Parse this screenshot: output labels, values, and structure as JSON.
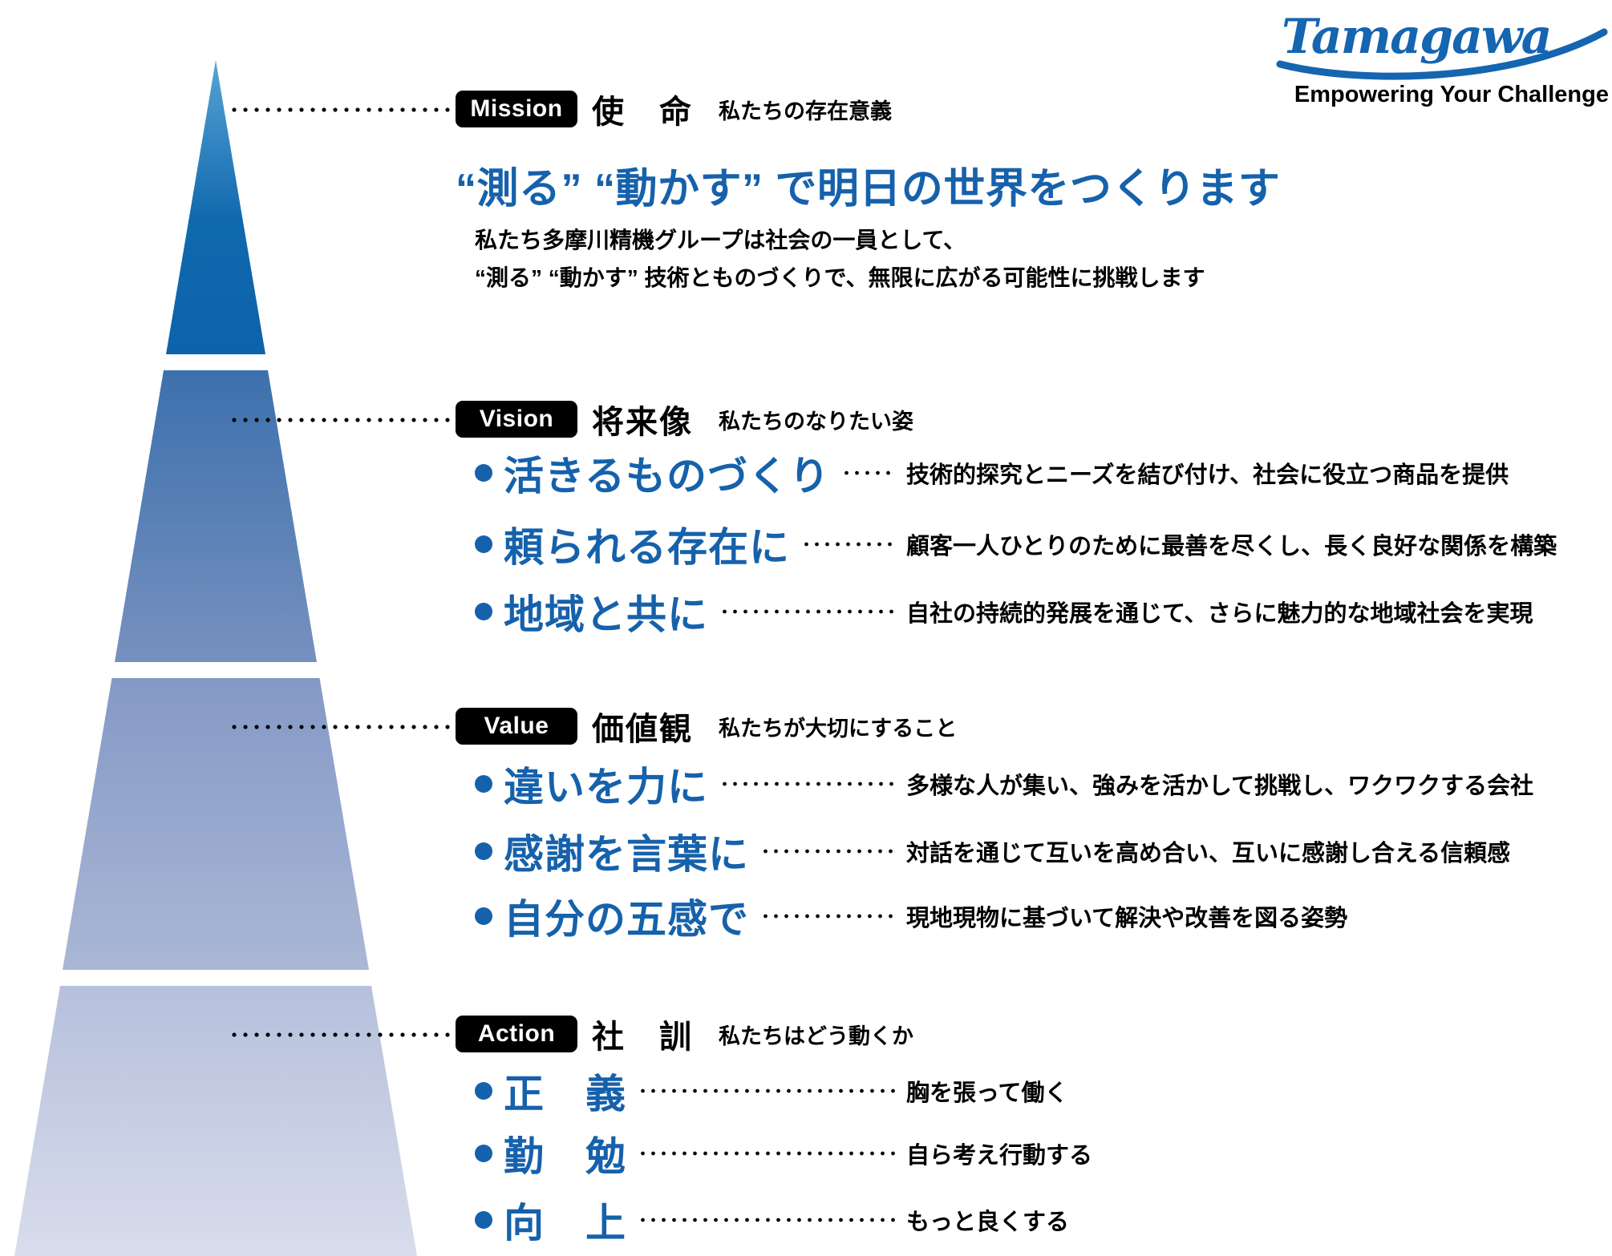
{
  "logo": {
    "brand": "Tamagawa",
    "tagline": "Empowering Your Challenge",
    "brand_color": "#1565b0"
  },
  "colors": {
    "accent_blue": "#1661ab",
    "badge_background": "#000000",
    "badge_text": "#ffffff"
  },
  "pyramid": {
    "segments": [
      {
        "name": "mission",
        "color_top": "#56a4d6",
        "color_bottom": "#0d63aa"
      },
      {
        "name": "vision",
        "color_top": "#3c70ad",
        "color_bottom": "#7791bf"
      },
      {
        "name": "value",
        "color_top": "#8499c5",
        "color_bottom": "#aab7d6"
      },
      {
        "name": "action",
        "color_top": "#b6c0dc",
        "color_bottom": "#d8ddec"
      }
    ]
  },
  "sections": [
    {
      "id": "mission",
      "badge": "Mission",
      "title": "使　命",
      "subtitle": "私たちの存在意義",
      "headline": "“測る” “動かす” で明日の世界をつくります",
      "body_lines": [
        "私たち多摩川精機グループは社会の一員として、",
        "“測る” “動かす” 技術とものづくりで、無限に広がる可能性に挑戦します"
      ]
    },
    {
      "id": "vision",
      "badge": "Vision",
      "title": "将来像",
      "subtitle": "私たちのなりたい姿",
      "items": [
        {
          "heading": "活きるものづくり",
          "desc": "技術的探究とニーズを結び付け、社会に役立つ商品を提供"
        },
        {
          "heading": "頼られる存在に",
          "desc": "顧客一人ひとりのために最善を尽くし、長く良好な関係を構築"
        },
        {
          "heading": "地域と共に",
          "desc": "自社の持続的発展を通じて、さらに魅力的な地域社会を実現"
        }
      ]
    },
    {
      "id": "value",
      "badge": "Value",
      "title": "価値観",
      "subtitle": "私たちが大切にすること",
      "items": [
        {
          "heading": "違いを力に",
          "desc": "多様な人が集い、強みを活かして挑戦し、ワクワクする会社"
        },
        {
          "heading": "感謝を言葉に",
          "desc": "対話を通じて互いを高め合い、互いに感謝し合える信頼感"
        },
        {
          "heading": "自分の五感で",
          "desc": "現地現物に基づいて解決や改善を図る姿勢"
        }
      ]
    },
    {
      "id": "action",
      "badge": "Action",
      "title": "社　訓",
      "subtitle": "私たちはどう動くか",
      "items": [
        {
          "heading": "正　義",
          "desc": "胸を張って働く"
        },
        {
          "heading": "勤　勉",
          "desc": "自ら考え行動する"
        },
        {
          "heading": "向　上",
          "desc": "もっと良くする"
        }
      ]
    }
  ]
}
